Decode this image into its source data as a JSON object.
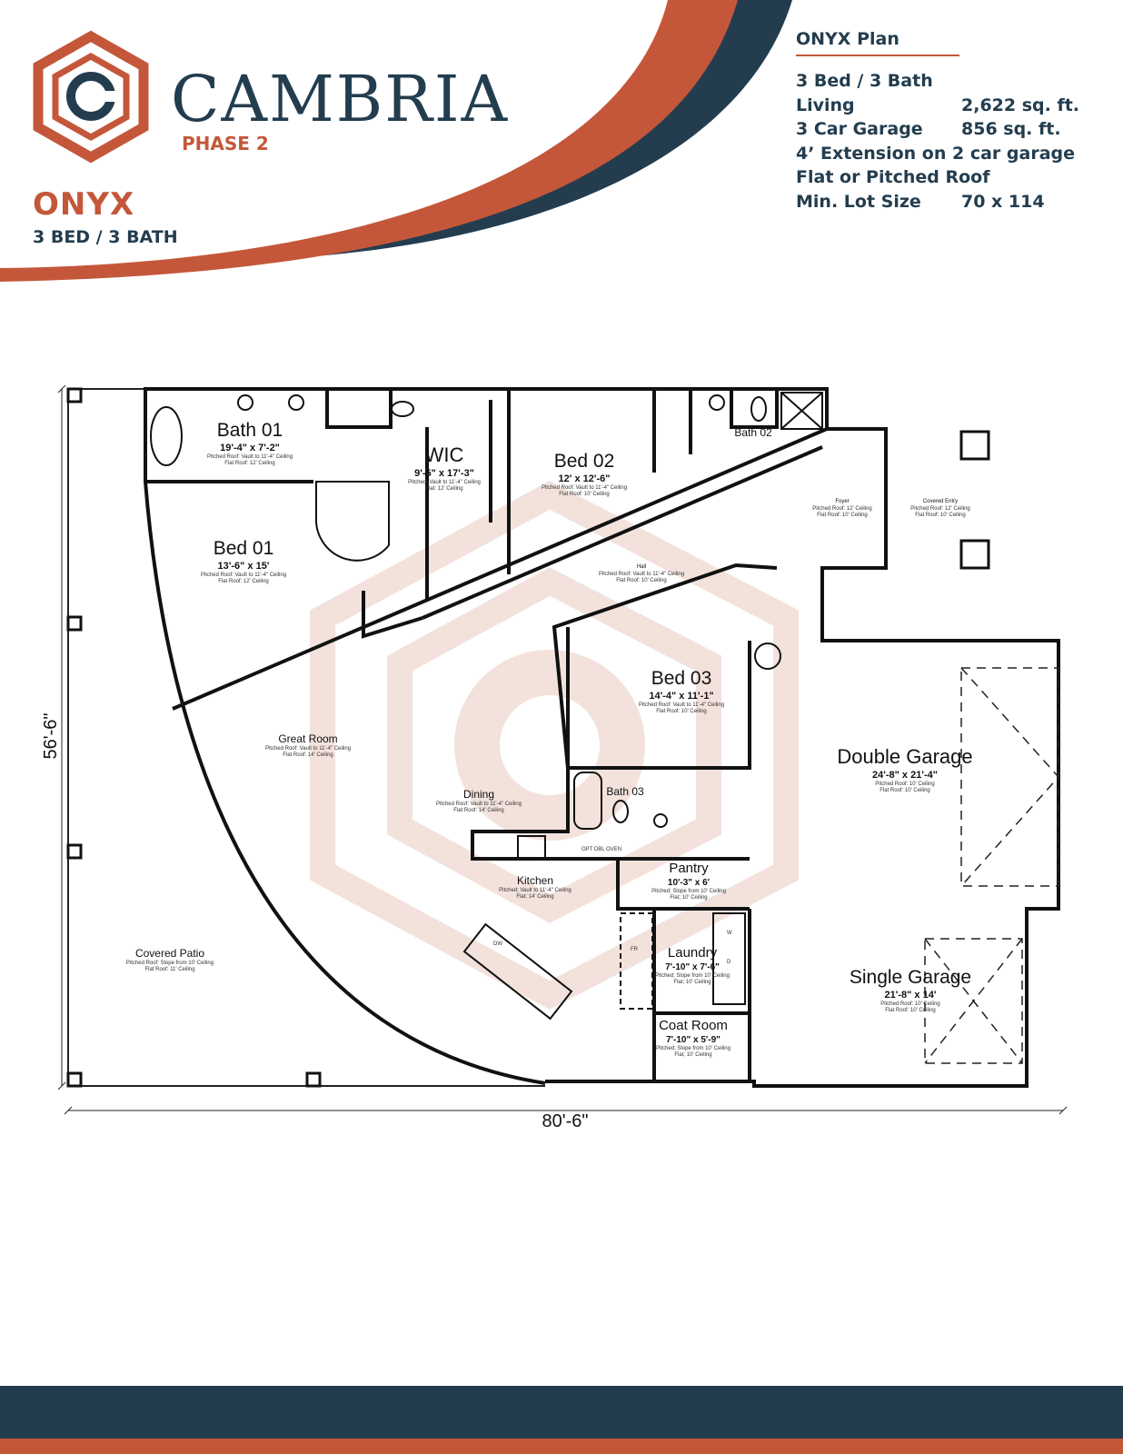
{
  "brand": {
    "name": "CAMBRIA",
    "phase": "PHASE 2",
    "plan_name": "ONYX",
    "plan_subtitle": "3 BED / 3 BATH"
  },
  "colors": {
    "orange": "#c4573a",
    "navy": "#233d4f",
    "watermark": "#f3e2dc"
  },
  "specs": {
    "title": "ONYX Plan",
    "rows": [
      {
        "label": "3 Bed / 3 Bath",
        "value": ""
      },
      {
        "label": "Living",
        "value": "2,622 sq. ft."
      },
      {
        "label": "3 Car Garage",
        "value": "856 sq. ft."
      },
      {
        "label": "4’ Extension on 2 car garage",
        "value": ""
      },
      {
        "label": "Flat or Pitched Roof",
        "value": ""
      },
      {
        "label": "Min. Lot Size",
        "value": "70 x 114"
      }
    ]
  },
  "plan": {
    "overall_width": "80'-6\"",
    "overall_depth": "56'-6\"",
    "rooms": [
      {
        "name": "Bath 01",
        "size": "19'-4\" x 7'-2\"",
        "note1": "Pitched Roof: Vault to 11'-4\" Ceiling",
        "note2": "Flat Roof: 12' Ceiling"
      },
      {
        "name": "WIC",
        "size": "9'-5\" x 17'-3\"",
        "note1": "Pitched: Vault to 11'-4\" Ceiling",
        "note2": "Flat: 12' Ceiling"
      },
      {
        "name": "Bed 02",
        "size": "12' x 12'-6\"",
        "note1": "Pitched Roof: Vault to 11'-4\" Ceiling",
        "note2": "Flat Roof: 10' Ceiling"
      },
      {
        "name": "Bath 02",
        "size": "",
        "note1": "",
        "note2": ""
      },
      {
        "name": "Bed 01",
        "size": "13'-6\" x 15'",
        "note1": "Pitched Roof: Vault to 11'-4\" Ceiling",
        "note2": "Flat Roof: 12' Ceiling"
      },
      {
        "name": "Foyer",
        "size": "",
        "note1": "Pitched Roof: 12' Ceiling",
        "note2": "Flat Roof: 10' Ceiling"
      },
      {
        "name": "Covered Entry",
        "size": "",
        "note1": "Pitched Roof: 12' Ceiling",
        "note2": "Flat Roof: 10' Ceiling"
      },
      {
        "name": "Hall",
        "size": "",
        "note1": "Pitched Roof: Vault to 11'-4\" Ceiling",
        "note2": "Flat Roof: 10' Ceiling"
      },
      {
        "name": "Bed 03",
        "size": "14'-4\" x 11'-1\"",
        "note1": "Pitched Roof: Vault to 11'-4\" Ceiling",
        "note2": "Flat Roof: 10' Ceiling"
      },
      {
        "name": "Great Room",
        "size": "",
        "note1": "Pitched Roof: Vault to 11'-4\" Ceiling",
        "note2": "Flat Roof: 14' Ceiling"
      },
      {
        "name": "Double Garage",
        "size": "24'-8\" x 21'-4\"",
        "note1": "Pitched Roof: 10' Ceiling",
        "note2": "Flat Roof: 10' Ceiling"
      },
      {
        "name": "Dining",
        "size": "",
        "note1": "Pitched Roof: Vault to 11'-4\" Ceiling",
        "note2": "Flat Roof: 14' Ceiling"
      },
      {
        "name": "Bath 03",
        "size": "",
        "note1": "",
        "note2": ""
      },
      {
        "name": "Pantry",
        "size": "10'-3\" x 6'",
        "note1": "Pitched; Slope from 10' Ceiling",
        "note2": "Flat; 10' Ceiling"
      },
      {
        "name": "Kitchen",
        "size": "",
        "note1": "Pitched; Vault to 11'-4\" Ceiling",
        "note2": "Flat; 14' Ceiling"
      },
      {
        "name": "Laundry",
        "size": "7'-10\" x 7'-6\"",
        "note1": "Pitched; Slope from 10' Ceiling",
        "note2": "Flat; 10' Ceiling"
      },
      {
        "name": "Single Garage",
        "size": "21'-8\" x 14'",
        "note1": "Pitched Roof: 10' Ceiling",
        "note2": "Flat Roof: 10' Ceiling"
      },
      {
        "name": "Coat Room",
        "size": "7'-10\" x 5'-9\"",
        "note1": "Pitched; Slope from 10' Ceiling",
        "note2": "Flat; 10' Ceiling"
      },
      {
        "name": "Covered Patio",
        "size": "",
        "note1": "Pitched Roof: Slope from 10' Ceiling",
        "note2": "Flat Roof: 11' Ceiling"
      }
    ],
    "fixtures": {
      "oven": "OPT DBL OVEN",
      "dishwasher": "DW",
      "fridge": "FR",
      "washer": "W",
      "dryer": "D"
    }
  }
}
